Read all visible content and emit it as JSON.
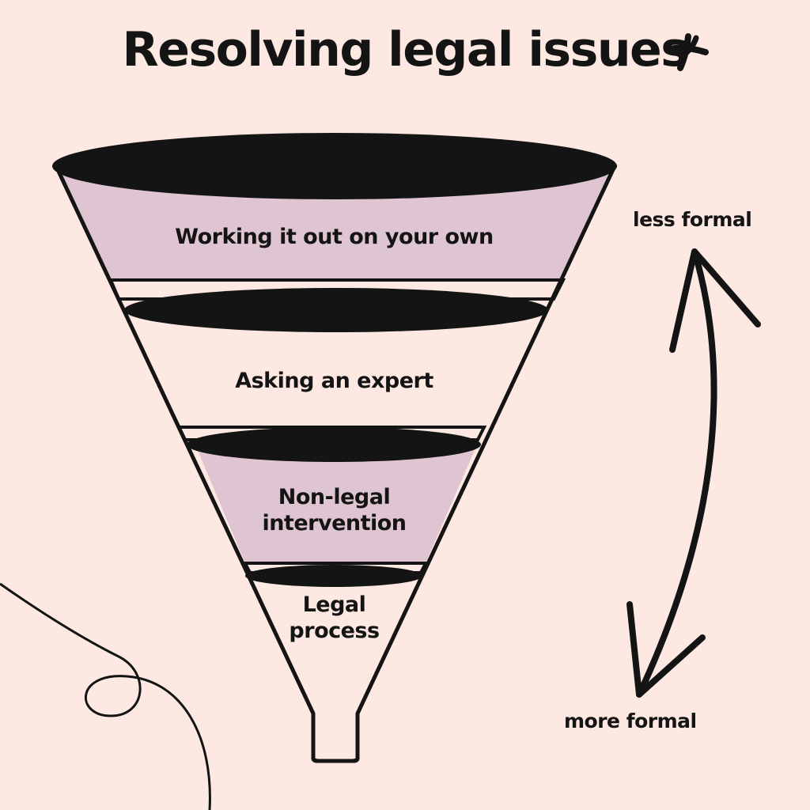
{
  "title": "Resolving legal issues",
  "stages": [
    {
      "label": "Working it out on your own",
      "fill": "#dfc5d2"
    },
    {
      "label": "Asking an expert",
      "fill": "#fde9e1"
    },
    {
      "label": "Non-legal\nintervention",
      "fill": "#dfc5d2"
    },
    {
      "label": "Legal\nprocess",
      "fill": "#fde9e1"
    }
  ],
  "axis": {
    "top_label": "less formal",
    "bottom_label": "more formal"
  },
  "colors": {
    "background": "#fde9e1",
    "ink": "#141414",
    "highlight": "#dfc5d2"
  },
  "icons": [
    "sparkle-icon",
    "double-arrow-icon",
    "squiggle-line"
  ]
}
